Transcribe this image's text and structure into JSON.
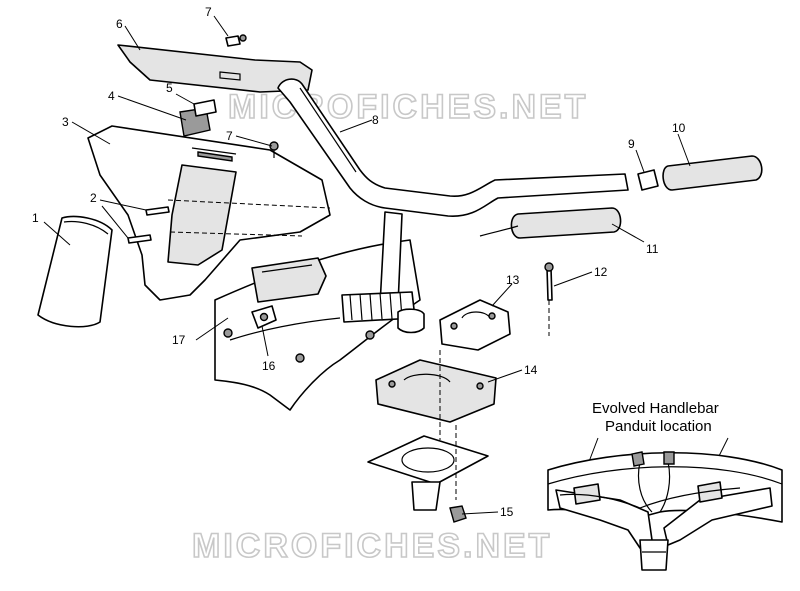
{
  "watermark": {
    "text": "MICROFICHES.NET"
  },
  "callouts": [
    "1",
    "2",
    "3",
    "4",
    "5",
    "6",
    "7",
    "7",
    "8",
    "9",
    "10",
    "11",
    "12",
    "13",
    "14",
    "15",
    "16",
    "17"
  ],
  "inset": {
    "title_line1": "Evolved Handlebar",
    "title_line2": "Panduit location"
  }
}
